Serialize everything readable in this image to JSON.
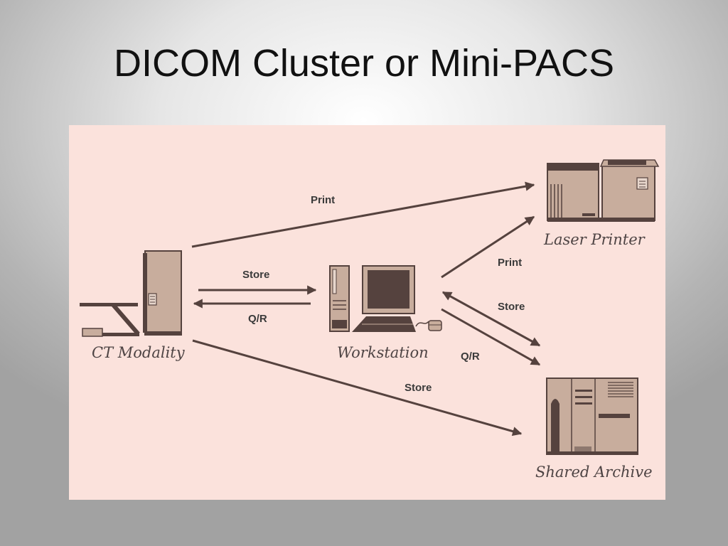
{
  "slide": {
    "title": "DICOM Cluster or Mini-PACS"
  },
  "colors": {
    "background_outer": "#a2a2a2",
    "panel": "#fbe2dc",
    "arrow": "#55423e",
    "device_body": "#c8ad9d",
    "device_dark": "#55423e"
  },
  "devices": {
    "ct_modality": {
      "label": "CT Modality",
      "icon": "ct-scanner-icon"
    },
    "workstation": {
      "label": "Workstation",
      "icon": "workstation-computer-icon"
    },
    "laser_printer": {
      "label": "Laser Printer",
      "icon": "laser-printer-icon"
    },
    "shared_archive": {
      "label": "Shared Archive",
      "icon": "archive-server-icon"
    }
  },
  "connections": {
    "ct_to_printer": {
      "label": "Print",
      "from": "CT Modality",
      "to": "Laser Printer"
    },
    "ct_to_workstation": {
      "label": "Store",
      "from": "CT Modality",
      "to": "Workstation"
    },
    "workstation_to_ct": {
      "label": "Q/R",
      "from": "Workstation",
      "to": "CT Modality"
    },
    "ct_to_archive": {
      "label": "Store",
      "from": "CT Modality",
      "to": "Shared Archive"
    },
    "workstation_to_printer": {
      "label": "Print",
      "from": "Workstation",
      "to": "Laser Printer"
    },
    "workstation_archive_store": {
      "label": "Store",
      "from": "Workstation",
      "to": "Shared Archive",
      "bidirectional": true
    },
    "workstation_to_archive_qr": {
      "label": "Q/R",
      "from": "Workstation",
      "to": "Shared Archive"
    }
  }
}
